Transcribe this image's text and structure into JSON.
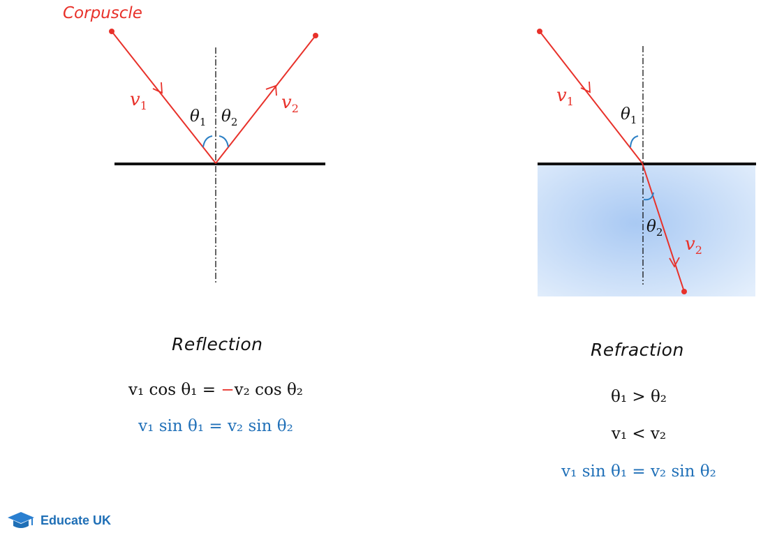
{
  "labels": {
    "corpuscle": "Corpuscle",
    "v": "v",
    "theta": "θ",
    "sub1": "1",
    "sub2": "2"
  },
  "reflection": {
    "caption": "Reflection",
    "eq1": {
      "lhs": "v₁ cos θ₁ =",
      "minus": "−",
      "rhs": "v₂ cos θ₂"
    },
    "eq2": "v₁ sin θ₁ = v₂ sin θ₂"
  },
  "refraction": {
    "caption": "Refraction",
    "eq1": "θ₁ > θ₂",
    "eq2": "v₁ < v₂",
    "eq3": "v₁ sin θ₁ = v₂ sin θ₂"
  },
  "logo": {
    "text": "Educate UK"
  },
  "colors": {
    "ray": "#e8312a",
    "angle": "#2b7fc4",
    "blue_text": "#2070b8",
    "medium": "#b9d4f4",
    "surface": "#111111"
  }
}
